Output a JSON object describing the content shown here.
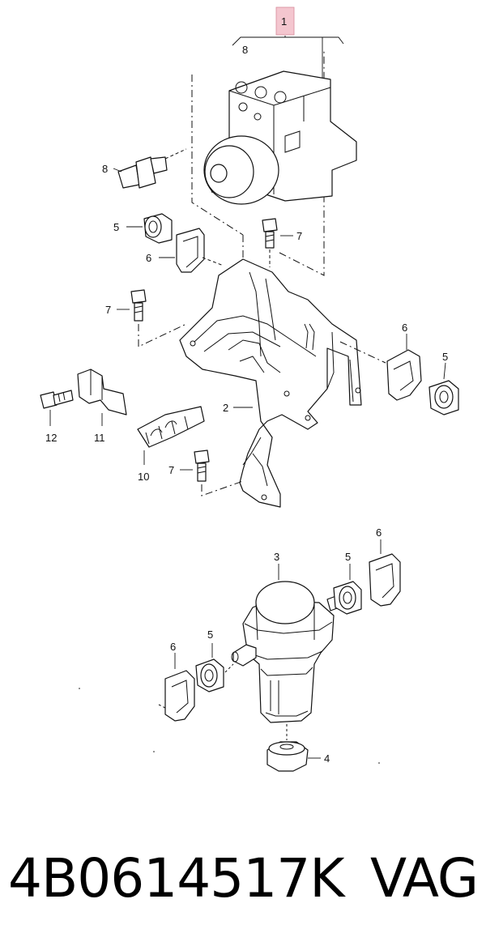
{
  "caption": {
    "part_number": "4B0614517K",
    "brand": "VAG"
  },
  "callouts": {
    "c1": "1",
    "c2": "2",
    "c3": "3",
    "c4": "4",
    "c5": "5",
    "c6": "6",
    "c7": "7",
    "c8": "8",
    "c10": "10",
    "c11": "11",
    "c12": "12"
  },
  "colors": {
    "line": "#111111",
    "highlight_box": "#f4c6cf"
  }
}
